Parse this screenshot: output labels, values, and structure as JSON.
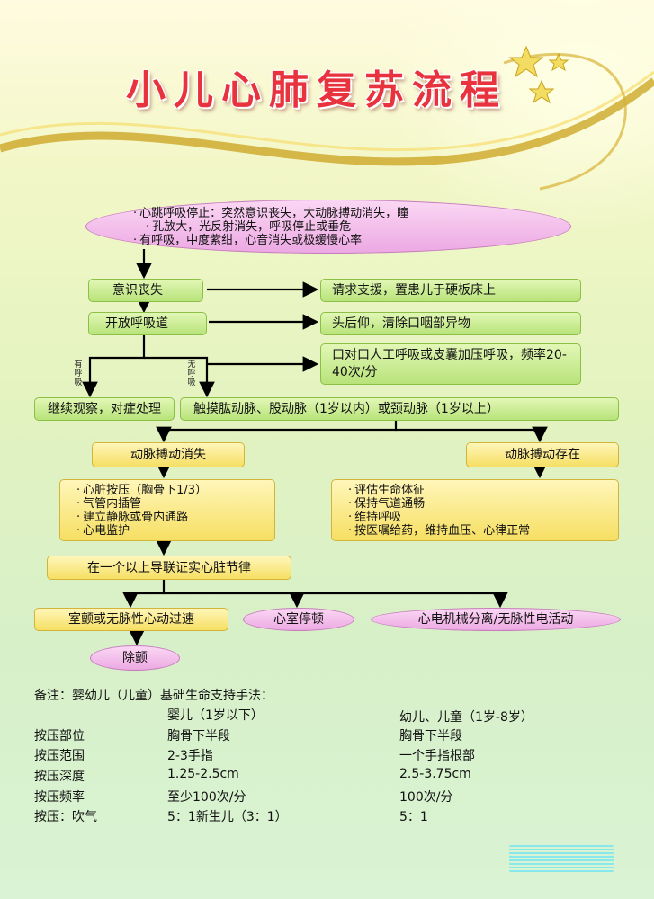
{
  "title": "小儿心肺复苏流程",
  "flow": {
    "start": [
      "心跳呼吸停止：突然意识丧失，大动脉搏动消失，瞳",
      "孔放大，光反射消失，呼吸停止或垂危",
      "有呼吸，中度紫绀，心音消失或极缓慢心率"
    ],
    "step_conscious": "意识丧失",
    "step_conscious_action": "请求支援，置患儿于硬板床上",
    "step_airway": "开放呼吸道",
    "step_airway_action": "头后仰，清除口咽部异物",
    "label_breathing": "有呼吸",
    "label_no_breathing": "无呼吸",
    "step_rescue_breath": "口对口人工呼吸或皮囊加压呼吸，频率20-40次/分",
    "step_observe": "继续观察，对症处理",
    "step_pulse": "触摸肱动脉、股动脉（1岁以内）或颈动脉（1岁以上）",
    "pulse_absent": "动脉搏动消失",
    "pulse_present": "动脉搏动存在",
    "absent_actions": [
      "心脏按压（胸骨下1/3）",
      "气管内插管",
      "建立静脉或骨内通路",
      "心电监护"
    ],
    "present_actions": [
      "评估生命体征",
      "保持气道通畅",
      "维持呼吸",
      "按医嘱给药，维持血压、心律正常"
    ],
    "ecg_confirm": "在一个以上导联证实心脏节律",
    "rhythm_vf": "室颤或无脉性心动过速",
    "rhythm_asystole": "心室停顿",
    "rhythm_pea": "心电机械分离/无脉性电活动",
    "defib": "除颤"
  },
  "notes": {
    "heading": "备注：婴幼儿（儿童）基础生命支持手法：",
    "col_infant": "婴儿（1岁以下）",
    "col_child": "幼儿、儿童（1岁-8岁）",
    "rows": [
      {
        "label": "按压部位",
        "infant": "胸骨下半段",
        "child": "胸骨下半段"
      },
      {
        "label": "按压范围",
        "infant": "2-3手指",
        "child": "一个手指根部"
      },
      {
        "label": "按压深度",
        "infant": "1.25-2.5cm",
        "child": "2.5-3.75cm"
      },
      {
        "label": "按压频率",
        "infant": "至少100次/分",
        "child": "100次/分"
      },
      {
        "label": "按压：吹气",
        "infant": "5：1新生儿（3：1）",
        "child": "5：1"
      }
    ]
  },
  "colors": {
    "title": "#e8333f",
    "green_box": "#b8e37a",
    "yellow_box": "#f6df63",
    "pink_box": "#eca9e3"
  }
}
